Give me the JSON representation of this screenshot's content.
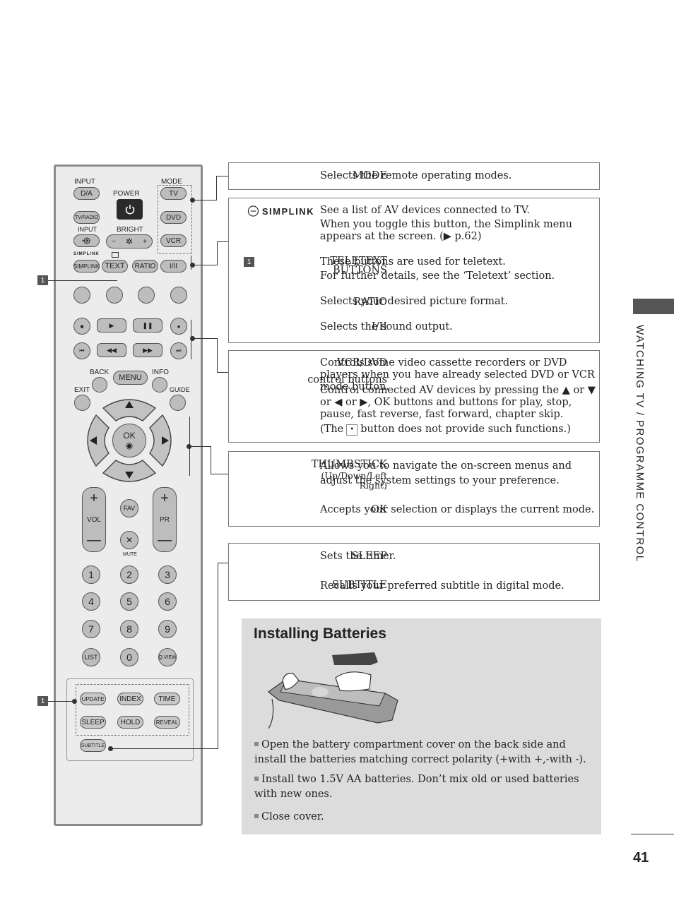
{
  "remote": {
    "labels": {
      "input": "INPUT",
      "mode": "MODE",
      "power": "POWER",
      "input2": "INPUT",
      "bright": "BRIGHT",
      "back": "BACK",
      "info": "INFO",
      "exit": "EXIT",
      "guide": "GUIDE",
      "mute": "MUTE",
      "simplink": "SIMPLINK"
    },
    "buttons": {
      "da": "D/A",
      "tv": "TV",
      "tvradio": "TV/RADIO",
      "dvd": "DVD",
      "vcr": "VCR",
      "simplink": "SIMPLINK",
      "text": "TEXT",
      "ratio": "RATIO",
      "i_ii": "I/II",
      "menu": "MENU",
      "ok": "OK",
      "vol": "VOL",
      "pr": "PR",
      "fav": "FAV",
      "list": "LIST",
      "qview": "Q.VIEW",
      "update": "UPDATE",
      "index": "INDEX",
      "time": "TIME",
      "sleep": "SLEEP",
      "hold": "HOLD",
      "reveal": "REVEAL",
      "subtitle": "SUBTITLE",
      "bright_minus": "−",
      "bright_plus": "+"
    },
    "numbers": [
      "1",
      "2",
      "3",
      "4",
      "5",
      "6",
      "7",
      "8",
      "9",
      "0"
    ]
  },
  "callout_marker": "1",
  "sections": {
    "mode": {
      "term": "MODE",
      "desc": "Selects the remote operating modes."
    },
    "simplink": {
      "logo": "SIMPLINK",
      "desc1": "See a list of AV devices connected to TV.",
      "desc2": "When you toggle this button, the Simplink menu appears at the screen. (▶ p.62)"
    },
    "teletext": {
      "num": "1",
      "term1": "TELETEXT",
      "term2": "BUTTONS",
      "desc1": "These buttons are used for teletext.",
      "desc2": "For further details, see the ‘Teletext’ section."
    },
    "ratio": {
      "term": "RATIO",
      "desc": "Selects your desired picture format."
    },
    "iii": {
      "term": "I/II",
      "desc": "Selects the sound output."
    },
    "vcrdvd": {
      "term1": "VCR/DVD",
      "term2": "control buttons",
      "desc1": "Controls some video cassette recorders or DVD players when you have already selected DVD or VCR mode button.",
      "desc2": "Control connected AV devices by pressing the ▲ or ▼ or ◀ or ▶, OK buttons and buttons for play, stop, pause, fast reverse, fast forward, chapter skip.",
      "desc3a": "(The",
      "desc3b": "button does not provide such functions.)"
    },
    "thumbstick": {
      "term1": "THUMBSTICK",
      "term2": "(Up/Down/Left",
      "term3": "Right)",
      "desc": "Allows you to navigate the on-screen menus and adjust the system settings to your preference."
    },
    "ok": {
      "term": "OK",
      "desc": "Accepts your selection or displays the current mode."
    },
    "sleep": {
      "term": "SLEEP",
      "desc": "Sets the timer."
    },
    "subtitle": {
      "term": "SUBTITLE",
      "desc": "Recalls your preferred subtitle in digital mode."
    }
  },
  "batteries": {
    "title": "Installing Batteries",
    "steps": [
      "Open the battery compartment cover on the back side and install the batteries matching correct polarity (+with +,-with -).",
      "Install two 1.5V AA batteries. Don’t mix old or used batteries with new ones.",
      "Close cover."
    ]
  },
  "side_title": "WATCHING TV / PROGRAMME CONTROL",
  "page_number": "41"
}
